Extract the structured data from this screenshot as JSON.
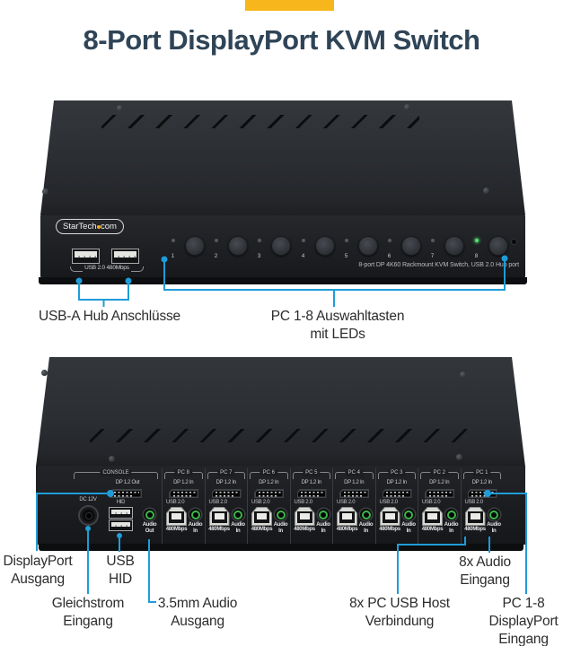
{
  "title": "8-Port DisplayPort KVM Switch",
  "colors": {
    "accent": "#1f9cd8",
    "title": "#2f4457",
    "brand_yellow": "#f7b61b"
  },
  "front": {
    "brand_pre": "StarTech",
    "brand_post": "com",
    "hub_ports_label": "USB 2.0 480Mbps",
    "buttons": [
      "1",
      "2",
      "3",
      "4",
      "5",
      "6",
      "7",
      "8"
    ],
    "active_button": "8",
    "panel_note": "8-port DP 4K60 Rackmount KVM Switch, USB 2.0 Hub port",
    "callouts": {
      "hub": "USB-A Hub Anschlüsse",
      "buttons_1": "PC 1-8 Auswahltasten",
      "buttons_2": "mit LEDs"
    }
  },
  "rear": {
    "console": {
      "label": "CONSOLE",
      "dc": "DC 12V",
      "dp": "DP 1.2 Out",
      "hid": "HID",
      "audio_1": "Audio",
      "audio_2": "Out"
    },
    "sections": [
      {
        "label": "PC 8",
        "dp": "DP 1.2 In",
        "usb": "USB 2.0",
        "speed": "480Mbps",
        "audio_1": "Audio",
        "audio_2": "In"
      },
      {
        "label": "PC 7",
        "dp": "DP 1.2 In",
        "usb": "USB 2.0",
        "speed": "480Mbps",
        "audio_1": "Audio",
        "audio_2": "In"
      },
      {
        "label": "PC 6",
        "dp": "DP 1.2 In",
        "usb": "USB 2.0",
        "speed": "480Mbps",
        "audio_1": "Audio",
        "audio_2": "In"
      },
      {
        "label": "PC 5",
        "dp": "DP 1.2 In",
        "usb": "USB 2.0",
        "speed": "480Mbps",
        "audio_1": "Audio",
        "audio_2": "In"
      },
      {
        "label": "PC 4",
        "dp": "DP 1.2 In",
        "usb": "USB 2.0",
        "speed": "480Mbps",
        "audio_1": "Audio",
        "audio_2": "In"
      },
      {
        "label": "PC 3",
        "dp": "DP 1.2 In",
        "usb": "USB 2.0",
        "speed": "480Mbps",
        "audio_1": "Audio",
        "audio_2": "In"
      },
      {
        "label": "PC 2",
        "dp": "DP 1.2 In",
        "usb": "USB 2.0",
        "speed": "480Mbps",
        "audio_1": "Audio",
        "audio_2": "In"
      },
      {
        "label": "PC 1",
        "dp": "DP 1.2 In",
        "usb": "USB 2.0",
        "speed": "480Mbps",
        "audio_1": "Audio",
        "audio_2": "In"
      }
    ],
    "callouts": {
      "dp_out_1": "DisplayPort",
      "dp_out_2": "Ausgang",
      "hid_1": "USB",
      "hid_2": "HID",
      "dc_1": "Gleichstrom",
      "dc_2": "Eingang",
      "audio_out_1": "3.5mm Audio",
      "audio_out_2": "Ausgang",
      "usb_host_1": "8x PC USB Host",
      "usb_host_2": "Verbindung",
      "audio_in_1": "8x Audio",
      "audio_in_2": "Eingang",
      "dp_in_1": "PC 1-8",
      "dp_in_2": "DisplayPort",
      "dp_in_3": "Eingang"
    }
  }
}
